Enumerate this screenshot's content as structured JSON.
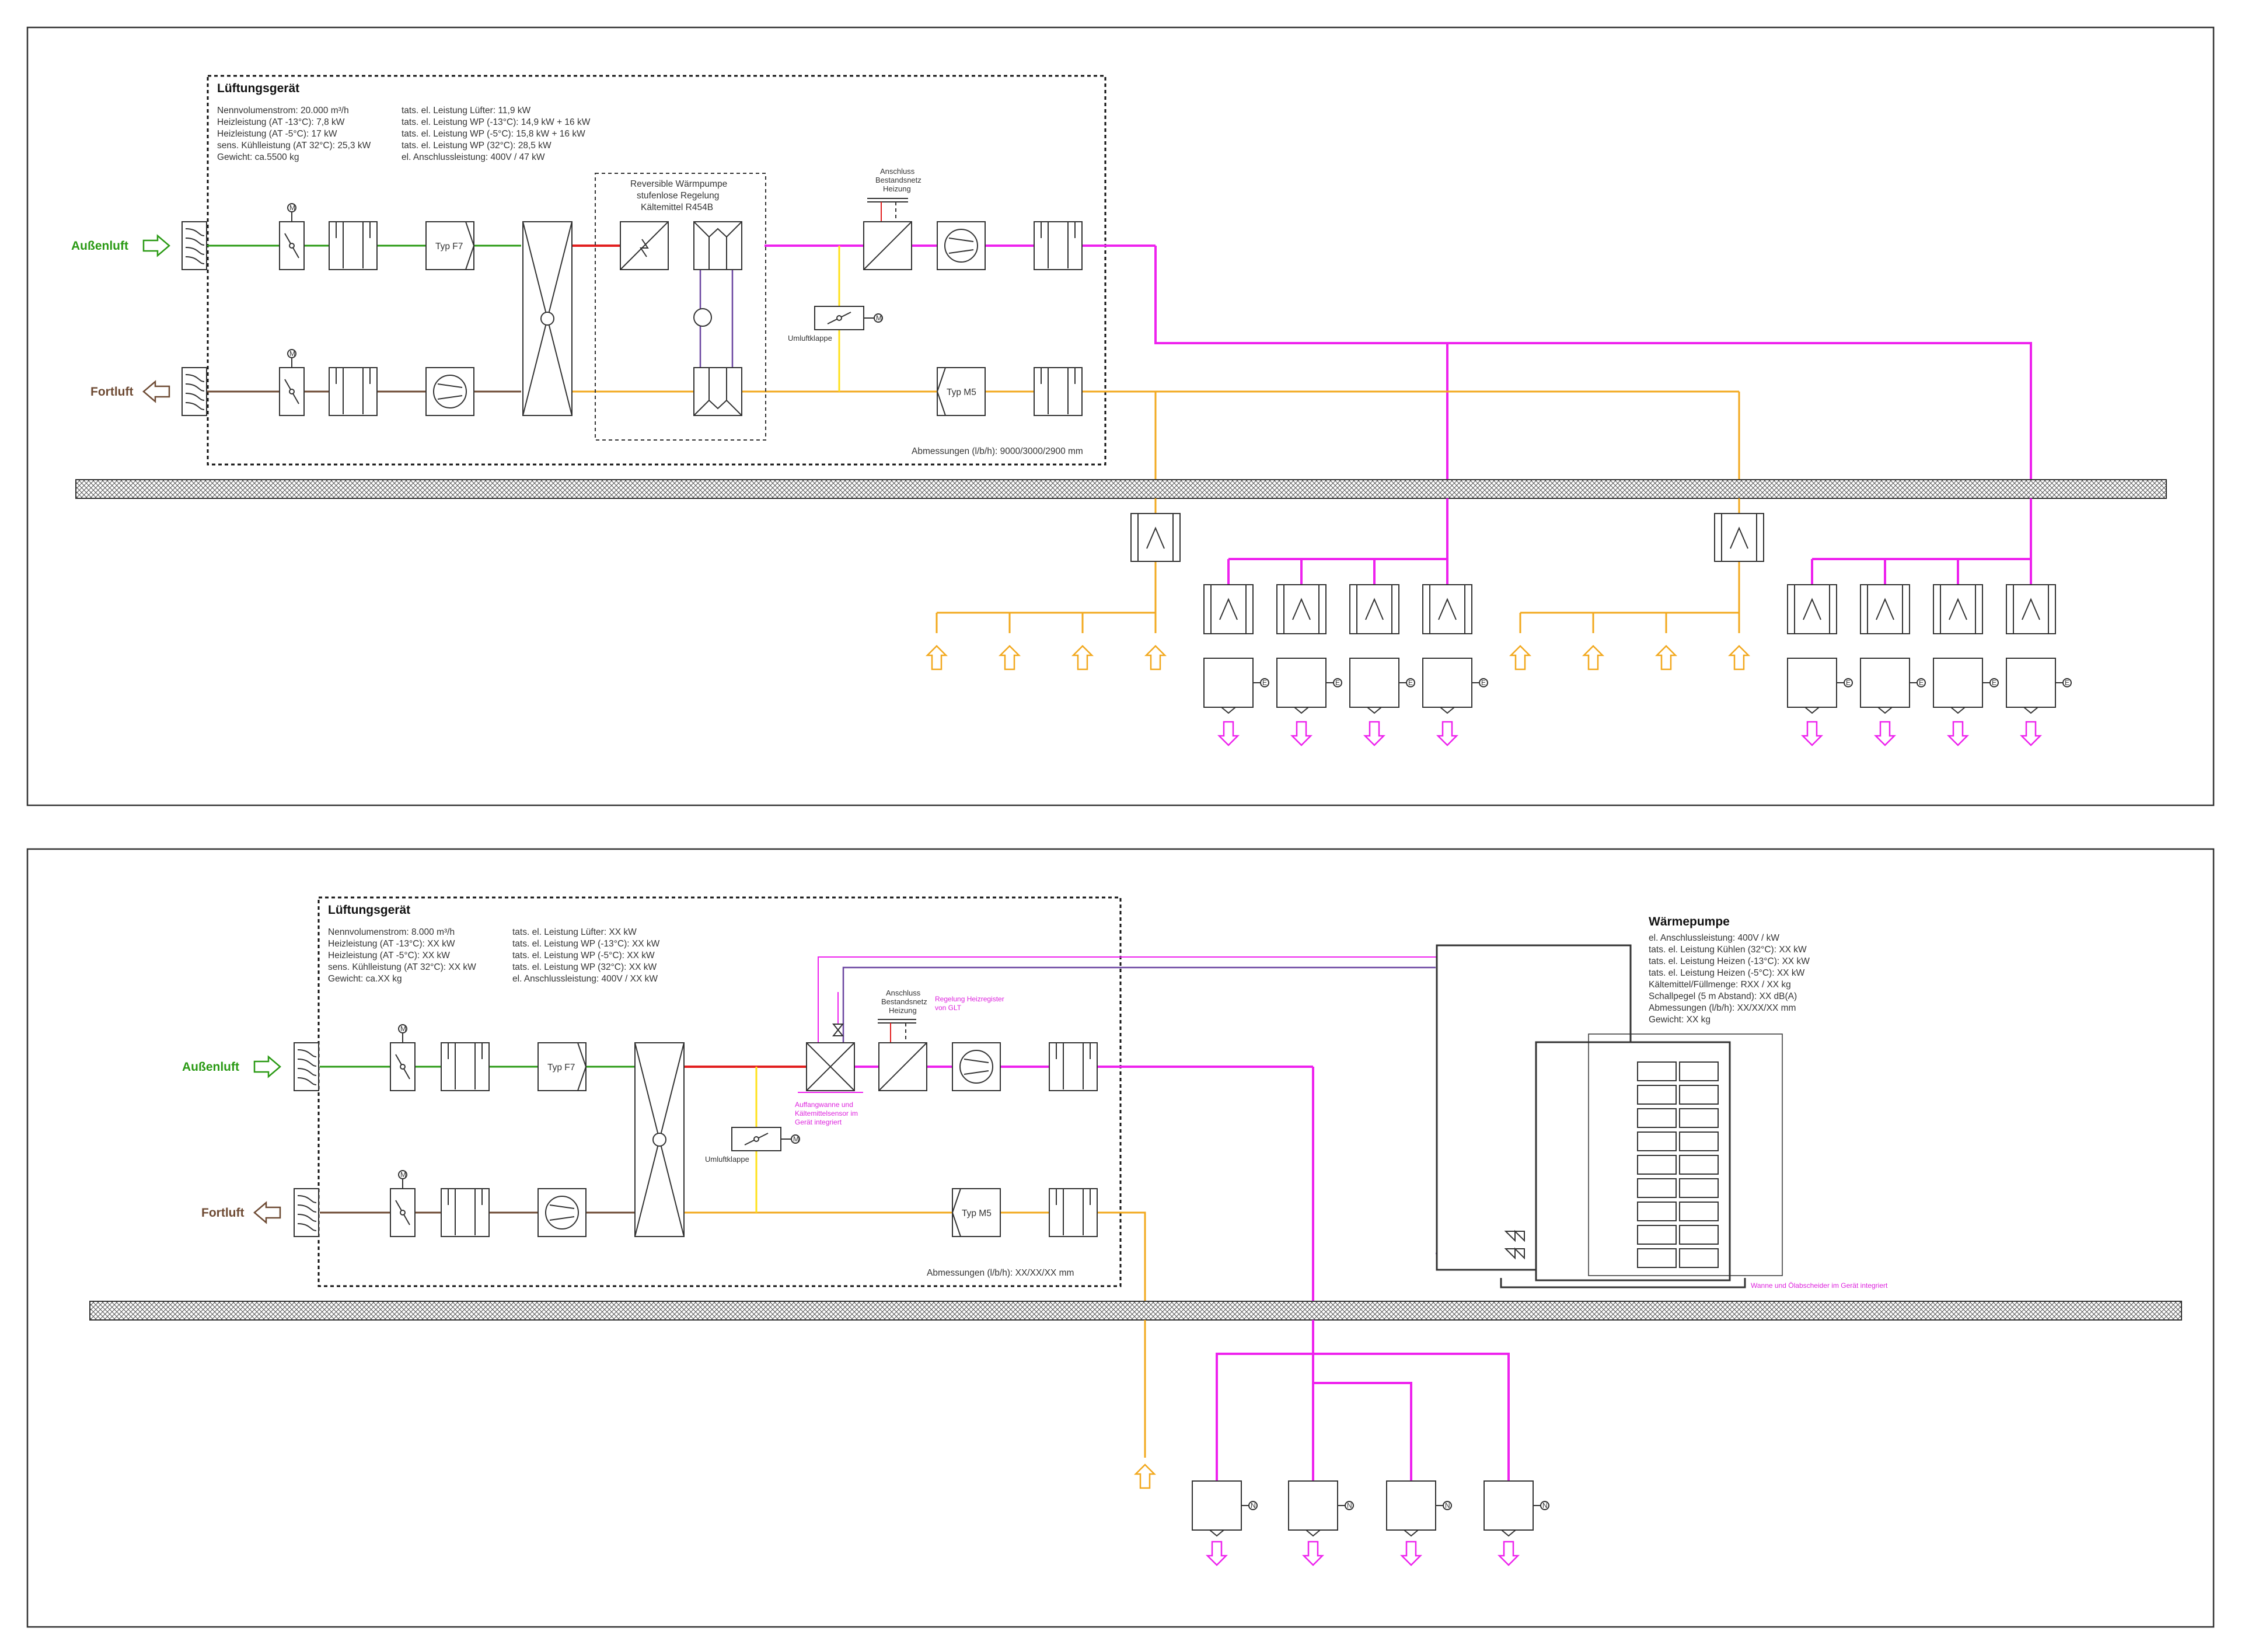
{
  "top": {
    "title": "Lüftungsgerät",
    "specs_left": [
      "Nennvolumenstrom: 20.000 m³/h",
      "Heizleistung (AT -13°C): 7,8 kW",
      "Heizleistung (AT -5°C):  17 kW",
      "sens. Kühlleistung (AT 32°C): 25,3 kW",
      "Gewicht: ca.5500 kg"
    ],
    "specs_right": [
      "tats. el. Leistung Lüfter: 11,9 kW",
      "tats. el. Leistung WP (-13°C): 14,9 kW + 16 kW",
      "tats. el. Leistung WP (-5°C): 15,8 kW + 16 kW",
      "tats. el. Leistung WP (32°C): 28,5 kW",
      "el. Anschlussleistung: 400V / 47 kW"
    ],
    "heatpump_label": [
      "Reversible Wärmpumpe",
      "stufenlose Regelung",
      "Kältemittel R454B"
    ],
    "anschluss_label": [
      "Anschluss",
      "Bestandsnetz",
      "Heizung"
    ],
    "umluft_label": "Umluftklappe",
    "filter_f7": "Typ F7",
    "filter_m5": "Typ M5",
    "dimensions": "Abmessungen (l/b/h): 9000/3000/2900 mm",
    "aussenluft": "Außenluft",
    "fortluft": "Fortluft"
  },
  "bottom": {
    "title": "Lüftungsgerät",
    "specs_left": [
      "Nennvolumenstrom: 8.000 m³/h",
      "Heizleistung (AT -13°C): XX kW",
      "Heizleistung (AT -5°C):  XX kW",
      "sens. Kühlleistung (AT 32°C): XX kW",
      "Gewicht: ca.XX kg"
    ],
    "specs_right": [
      "tats. el. Leistung Lüfter: XX kW",
      "tats. el. Leistung WP (-13°C): XX kW",
      "tats. el. Leistung WP (-5°C): XX kW",
      "tats. el. Leistung WP (32°C): XX kW",
      "el. Anschlussleistung: 400V / XX kW"
    ],
    "anschluss_label": [
      "Anschluss",
      "Bestandsnetz",
      "Heizung"
    ],
    "regelung_label": [
      "Regelung Heizregister",
      "von GLT"
    ],
    "auffang_label": [
      "Auffangwanne und",
      "Kältemittelsensor im",
      "Gerät integriert"
    ],
    "umluft_label": "Umluftklappe",
    "filter_f7": "Typ F7",
    "filter_m5": "Typ M5",
    "dimensions": "Abmessungen (l/b/h): XX/XX/XX mm",
    "aussenluft": "Außenluft",
    "fortluft": "Fortluft",
    "wp_title": "Wärmepumpe",
    "wp_specs": [
      "el. Anschlussleistung: 400V /  kW",
      "tats. el. Leistung Kühlen (32°C): XX kW",
      "tats. el. Leistung Heizen (-13°C): XX kW",
      "tats. el. Leistung Heizen (-5°C): XX kW",
      "Kältemittel/Füllmenge: RXX / XX kg",
      "Schallpegel (5 m Abstand): XX dB(A)",
      "Abmessungen (l/b/h): XX/XX/XX mm",
      "Gewicht: XX kg"
    ],
    "wanne_label": "Wanne und Ölabscheider im Gerät integriert"
  },
  "symbols": {
    "motor": "M",
    "sensor": "E",
    "control": "N"
  },
  "colors": {
    "outdoor_air": "#2a9a14",
    "exhaust_air": "#6e4b34",
    "supply_air": "#ee22ee",
    "extract_air": "#f2a81d",
    "recirculation": "#ffe11a",
    "refrigerant": "#e21f1f"
  }
}
